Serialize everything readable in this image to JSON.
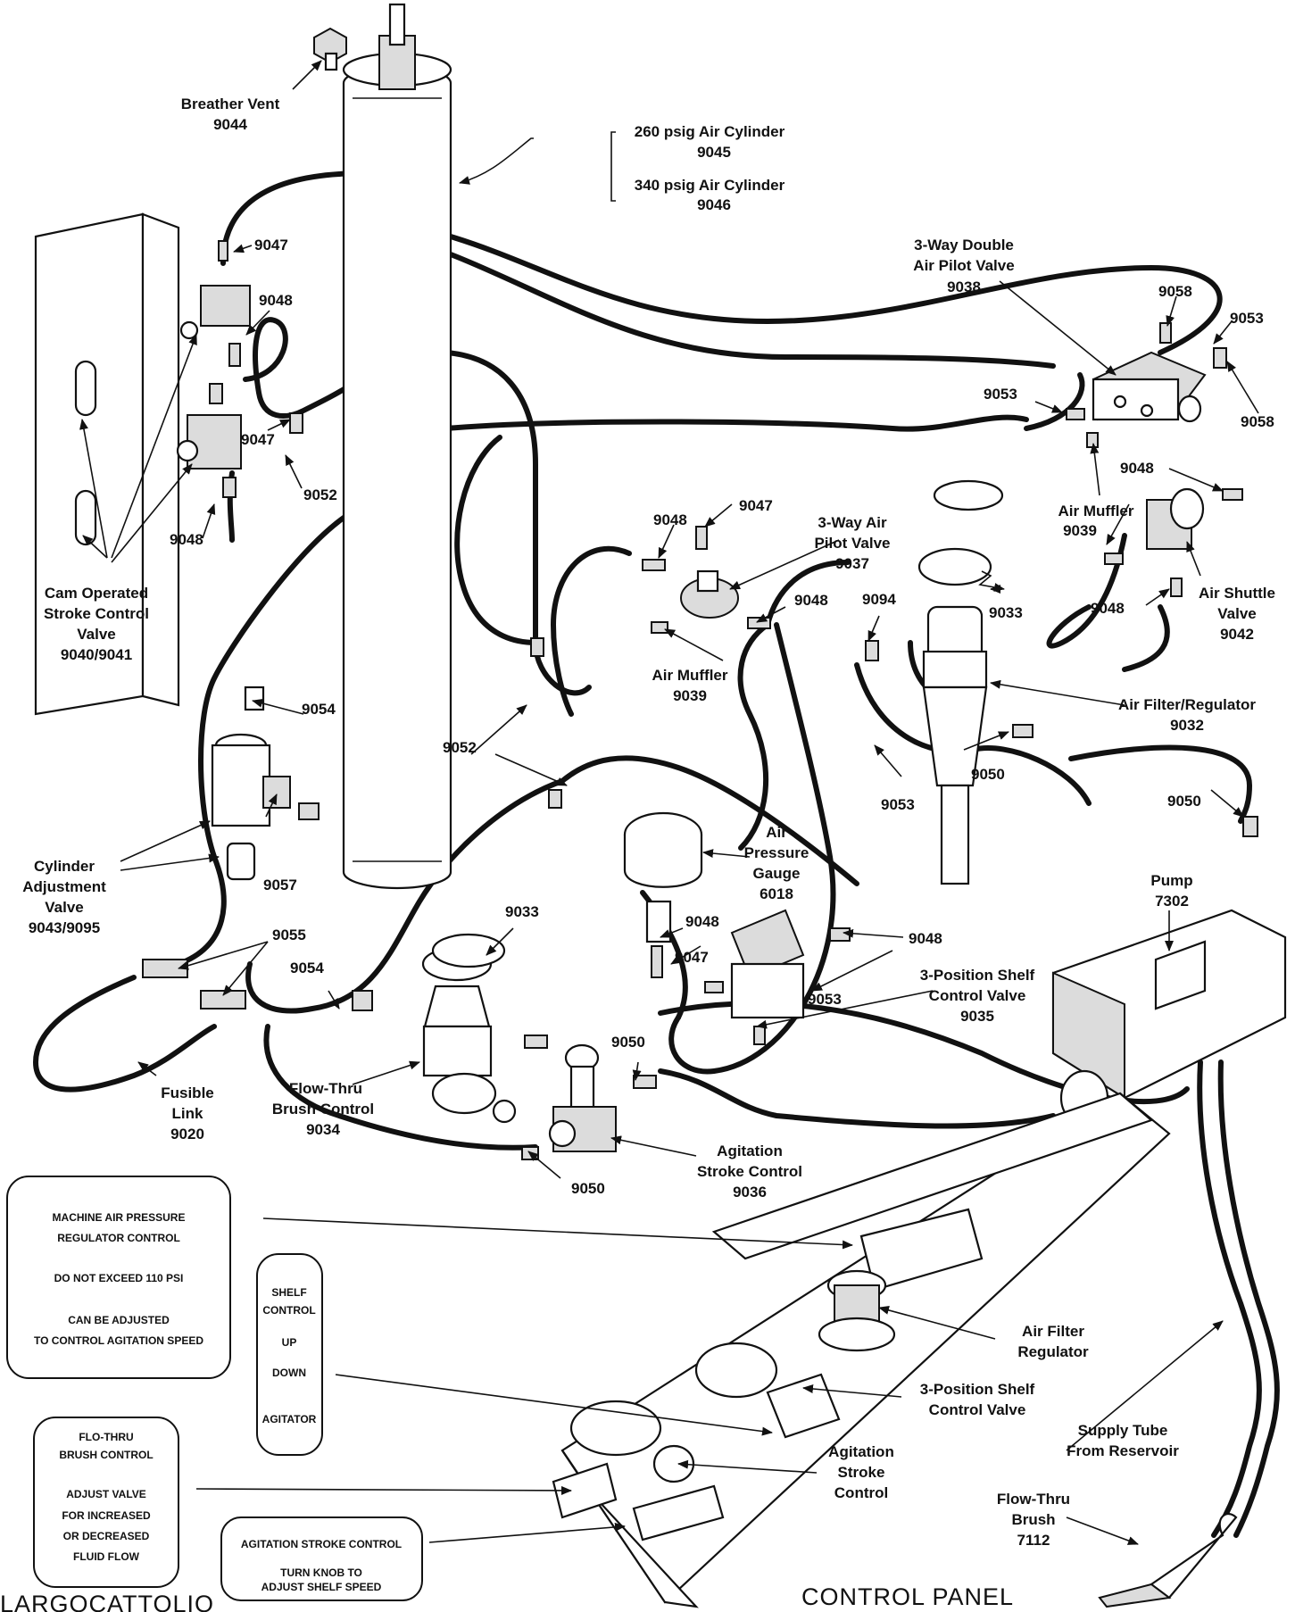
{
  "labels": {
    "breather_vent": [
      "Breather Vent",
      "9044"
    ],
    "cylinder_260": [
      "260 psig Air Cylinder",
      "9045"
    ],
    "cylinder_340": [
      "340 psig Air Cylinder",
      "9046"
    ],
    "valve_3way_double": [
      "3-Way Double",
      "Air Pilot Valve",
      "9038"
    ],
    "p9047_top": "9047",
    "p9048_top": "9048",
    "p9047_mid": "9047",
    "p9052_left": "9052",
    "p9048_left": "9048",
    "cam_valve": [
      "Cam Operated",
      "Stroke Control",
      "Valve",
      "9040/9041"
    ],
    "p9058_a": "9058",
    "p9053_a": "9053",
    "p9053_b": "9053",
    "p9058_b": "9058",
    "air_muffler_right": [
      "Air Muffler",
      "9039"
    ],
    "p9048_r1": "9048",
    "p9048_r2": "9048",
    "air_shuttle": [
      "Air Shuttle",
      "Valve",
      "9042"
    ],
    "p9048_c": "9048",
    "p9047_c": "9047",
    "pilot_3way": [
      "3-Way Air",
      "Pilot Valve",
      "9037"
    ],
    "p9048_d": "9048",
    "p9094": "9094",
    "p9033_r": "9033",
    "air_muffler_center": [
      "Air Muffler",
      "9039"
    ],
    "p9054_a": "9054",
    "filter_reg": [
      "Air Filter/Regulator",
      "9032"
    ],
    "p9052_center": "9052",
    "p9053_c": "9053",
    "p9050_c": "9050",
    "p9050_r": "9050",
    "cyl_adjust": [
      "Cylinder",
      "Adjustment",
      "Valve",
      "9043/9095"
    ],
    "p9057": "9057",
    "air_gauge": [
      "Air",
      "Pressure",
      "Gauge",
      "6018"
    ],
    "pump": [
      "Pump",
      "7302"
    ],
    "p9033_l": "9033",
    "p9048_e": "9048",
    "p9048_f": "9048",
    "p9055": "9055",
    "p9054_b": "9054",
    "p9047_e": "9047",
    "shelf_valve": [
      "3-Position Shelf",
      "Control Valve",
      "9035"
    ],
    "p9053_d": "9053",
    "p9050_d": "9050",
    "fusible": [
      "Fusible",
      "Link",
      "9020"
    ],
    "flow_thru": [
      "Flow-Thru",
      "Brush Control",
      "9034"
    ],
    "agitation": [
      "Agitation",
      "Stroke Control",
      "9036"
    ],
    "p9050_e": "9050",
    "cp_filter": [
      "Air Filter",
      "Regulator"
    ],
    "cp_shelf": [
      "3-Position Shelf",
      "Control Valve"
    ],
    "cp_agitation": [
      "Agitation",
      "Stroke",
      "Control"
    ],
    "supply_tube": [
      "Supply Tube",
      "From Reservoir"
    ],
    "brush": [
      "Flow-Thru",
      "Brush",
      "7112"
    ],
    "control_panel": "CONTROL PANEL",
    "bottom_left_cut": "LARGOCATTOLIO"
  },
  "boxes": {
    "machine_air": [
      "MACHINE AIR PRESSURE",
      "REGULATOR CONTROL",
      "DO NOT EXCEED 110 PSI",
      "CAN BE ADJUSTED",
      "TO CONTROL AGITATION SPEED"
    ],
    "shelf_control": [
      "SHELF",
      "CONTROL",
      "UP",
      "DOWN",
      "AGITATOR"
    ],
    "flo_thru": [
      "FLO-THRU",
      "BRUSH CONTROL",
      "ADJUST VALVE",
      "FOR INCREASED",
      "OR DECREASED",
      "FLUID FLOW"
    ],
    "agitation_box": [
      "AGITATION STROKE CONTROL",
      "TURN KNOB TO",
      "ADJUST SHELF SPEED"
    ]
  }
}
